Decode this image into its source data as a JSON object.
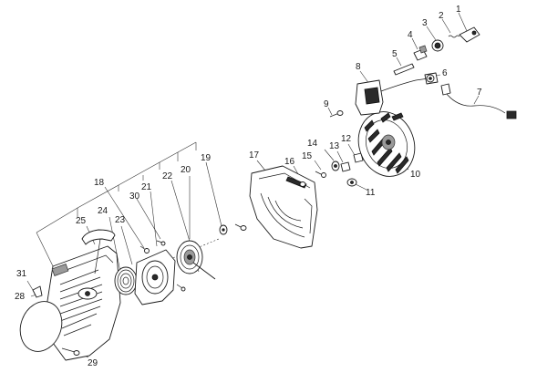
{
  "callouts": [
    {
      "id": "c1",
      "text": "1"
    },
    {
      "id": "c2",
      "text": "2"
    },
    {
      "id": "c3",
      "text": "3"
    },
    {
      "id": "c4",
      "text": "4"
    },
    {
      "id": "c5",
      "text": "5"
    },
    {
      "id": "c6",
      "text": "6"
    },
    {
      "id": "c7",
      "text": "7"
    },
    {
      "id": "c8",
      "text": "8"
    },
    {
      "id": "c9",
      "text": "9"
    },
    {
      "id": "c10",
      "text": "10"
    },
    {
      "id": "c11",
      "text": "11"
    },
    {
      "id": "c12",
      "text": "12"
    },
    {
      "id": "c13",
      "text": "13"
    },
    {
      "id": "c14",
      "text": "14"
    },
    {
      "id": "c15",
      "text": "15"
    },
    {
      "id": "c16",
      "text": "16"
    },
    {
      "id": "c17",
      "text": "17"
    },
    {
      "id": "c18",
      "text": "18"
    },
    {
      "id": "c19",
      "text": "19"
    },
    {
      "id": "c20",
      "text": "20"
    },
    {
      "id": "c21",
      "text": "21"
    },
    {
      "id": "c22",
      "text": "22"
    },
    {
      "id": "c23",
      "text": "23"
    },
    {
      "id": "c24",
      "text": "24"
    },
    {
      "id": "c25",
      "text": "25"
    },
    {
      "id": "c28",
      "text": "28"
    },
    {
      "id": "c29",
      "text": "29"
    },
    {
      "id": "c30",
      "text": "30"
    },
    {
      "id": "c31",
      "text": "31"
    }
  ]
}
